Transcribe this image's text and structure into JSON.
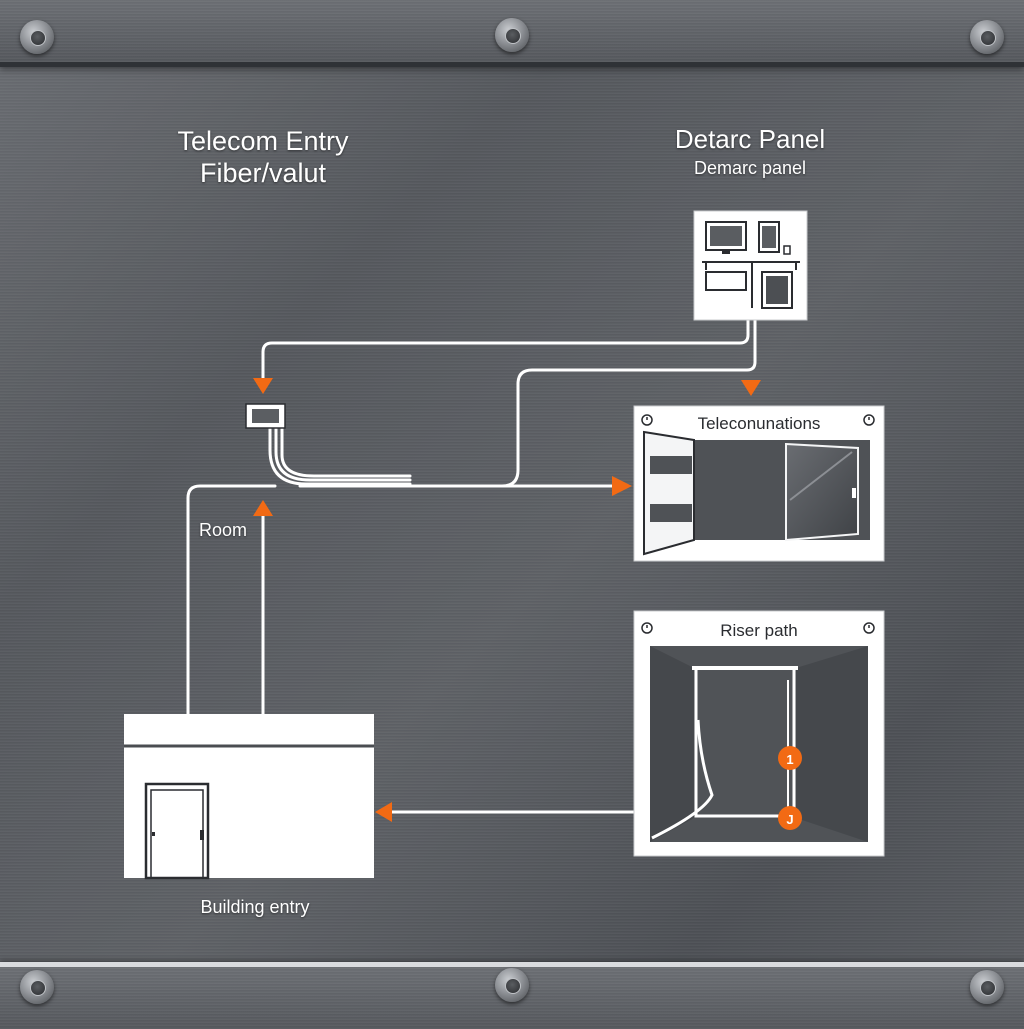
{
  "labels": {
    "telecom_entry_line1": "Telecom Entry",
    "telecom_entry_line2": "Fiber/valut",
    "demarc_title": "Detarc Panel",
    "demarc_subtitle": "Demarc panel",
    "room": "Room",
    "building_entry": "Building entry"
  },
  "panels": {
    "telecom_room_title": "Teleconunations",
    "riser_title": "Riser path",
    "riser_markers": [
      "1",
      "J"
    ]
  },
  "colors": {
    "arrow": "#f26a14",
    "line": "#ffffff",
    "panel": "#ffffff",
    "inner_dark": "#505357"
  },
  "icons": [
    "bolt-icon",
    "arrow-icon",
    "clock-icon",
    "door-icon",
    "monitor-icon",
    "junction-box-icon"
  ]
}
